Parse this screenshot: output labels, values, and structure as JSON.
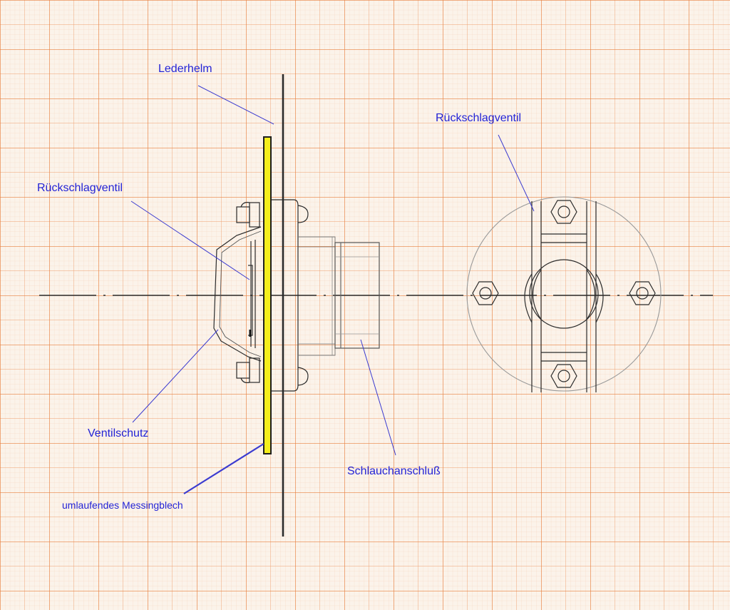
{
  "labels": {
    "lederhelm": "Lederhelm",
    "rueckschlagventil_left": "Rückschlagventil",
    "rueckschlagventil_right": "Rückschlagventil",
    "ventilschutz": "Ventilschutz",
    "schlauchanschluss": "Schlauchanschluß",
    "messingblech": "umlaufendes Messingblech"
  },
  "colors": {
    "paper": "#fbf3ea",
    "grid_fine": "#f4c6a8",
    "grid_medium": "#ef9f6e",
    "grid_major": "#e8803f",
    "label_text": "#2424d6",
    "leader_line": "#3b3bd0",
    "pencil": "#2b2b2b",
    "brass_sheet": "#f5ee1c"
  },
  "icons": [
    "hex-nut-icon"
  ]
}
